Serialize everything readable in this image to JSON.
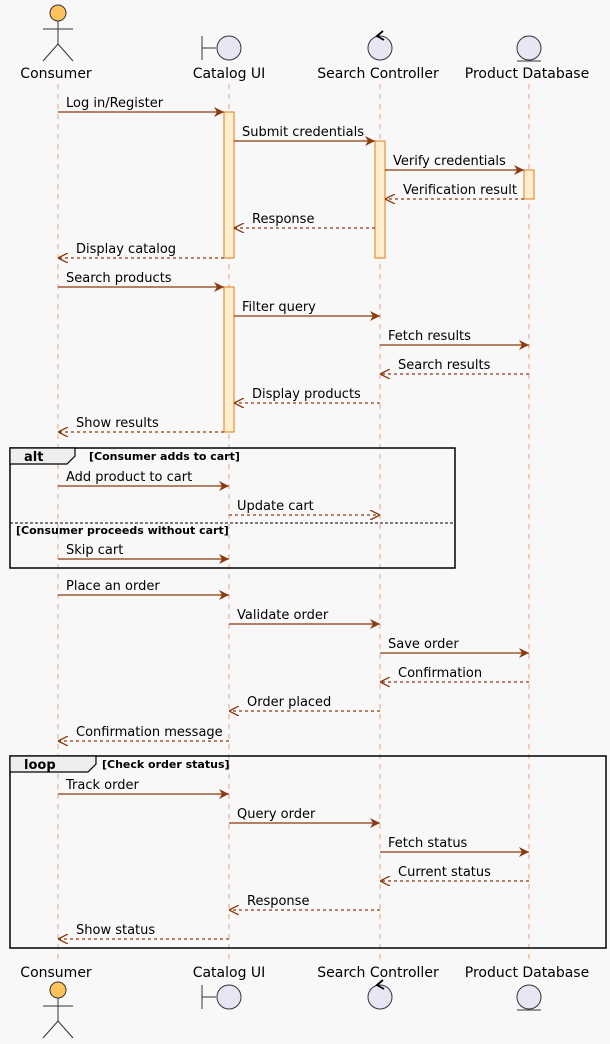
{
  "participants": [
    {
      "id": "consumer",
      "name": "Consumer",
      "kind": "actor"
    },
    {
      "id": "catalog",
      "name": "Catalog UI",
      "kind": "boundary"
    },
    {
      "id": "search",
      "name": "Search Controller",
      "kind": "control"
    },
    {
      "id": "db",
      "name": "Product Database",
      "kind": "entity"
    }
  ],
  "messages": [
    {
      "from": "consumer",
      "to": "catalog",
      "label": "Log in/Register",
      "type": "sync"
    },
    {
      "from": "catalog",
      "to": "search",
      "label": "Submit credentials",
      "type": "sync"
    },
    {
      "from": "search",
      "to": "db",
      "label": "Verify credentials",
      "type": "sync"
    },
    {
      "from": "db",
      "to": "search",
      "label": "Verification result",
      "type": "return"
    },
    {
      "from": "search",
      "to": "catalog",
      "label": "Response",
      "type": "return"
    },
    {
      "from": "catalog",
      "to": "consumer",
      "label": "Display catalog",
      "type": "return"
    },
    {
      "from": "consumer",
      "to": "catalog",
      "label": "Search products",
      "type": "sync"
    },
    {
      "from": "catalog",
      "to": "search",
      "label": "Filter query",
      "type": "sync"
    },
    {
      "from": "search",
      "to": "db",
      "label": "Fetch results",
      "type": "sync"
    },
    {
      "from": "db",
      "to": "search",
      "label": "Search results",
      "type": "return"
    },
    {
      "from": "search",
      "to": "catalog",
      "label": "Display products",
      "type": "return"
    },
    {
      "from": "catalog",
      "to": "consumer",
      "label": "Show results",
      "type": "return"
    },
    {
      "from": "consumer",
      "to": "catalog",
      "label": "Add product to cart",
      "type": "sync"
    },
    {
      "from": "catalog",
      "to": "search",
      "label": "Update cart",
      "type": "return"
    },
    {
      "from": "consumer",
      "to": "catalog",
      "label": "Skip cart",
      "type": "sync"
    },
    {
      "from": "consumer",
      "to": "catalog",
      "label": "Place an order",
      "type": "sync"
    },
    {
      "from": "catalog",
      "to": "search",
      "label": "Validate order",
      "type": "sync"
    },
    {
      "from": "search",
      "to": "db",
      "label": "Save order",
      "type": "sync"
    },
    {
      "from": "db",
      "to": "search",
      "label": "Confirmation",
      "type": "return"
    },
    {
      "from": "search",
      "to": "catalog",
      "label": "Order placed",
      "type": "return"
    },
    {
      "from": "catalog",
      "to": "consumer",
      "label": "Confirmation message",
      "type": "return"
    },
    {
      "from": "consumer",
      "to": "catalog",
      "label": "Track order",
      "type": "sync"
    },
    {
      "from": "catalog",
      "to": "search",
      "label": "Query order",
      "type": "sync"
    },
    {
      "from": "search",
      "to": "db",
      "label": "Fetch status",
      "type": "sync"
    },
    {
      "from": "db",
      "to": "search",
      "label": "Current status",
      "type": "return"
    },
    {
      "from": "search",
      "to": "catalog",
      "label": "Response",
      "type": "return"
    },
    {
      "from": "catalog",
      "to": "consumer",
      "label": "Show status",
      "type": "return"
    }
  ],
  "fragments": [
    {
      "keyword": "alt",
      "condition": "[Consumer adds to cart]",
      "else_condition": "[Consumer proceeds without cart]"
    },
    {
      "keyword": "loop",
      "condition": "[Check order status]"
    }
  ],
  "colors": {
    "arrow": "#8b3a0f",
    "lifeline": "#e8a57a",
    "activation_fill": "#ffefcc",
    "activation_stroke": "#e07b1a",
    "participant_fill": "#e6e6f5",
    "actor_head": "#ffc35e",
    "background": "#f8f8f8"
  }
}
